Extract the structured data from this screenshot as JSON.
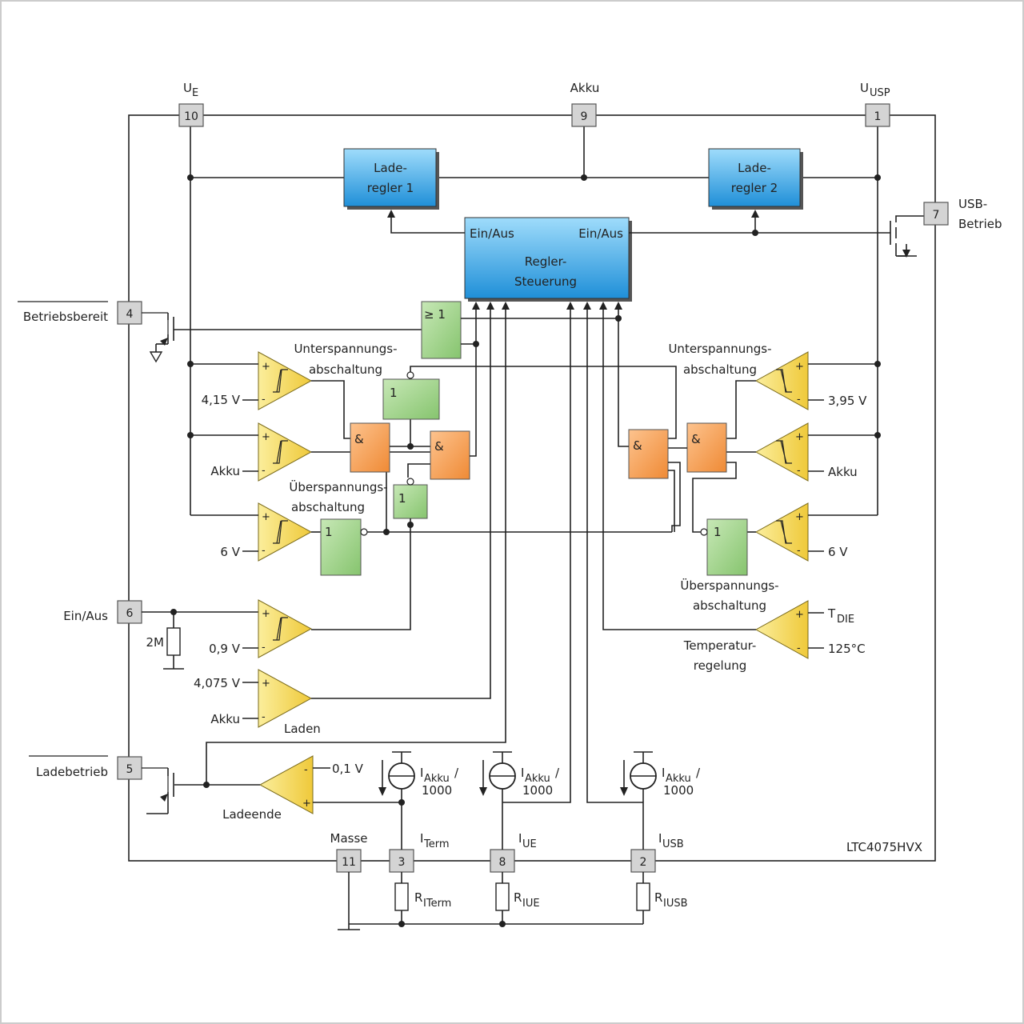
{
  "pins": {
    "p10": {
      "num": "10",
      "label": "U",
      "sub": "E"
    },
    "p9": {
      "num": "9",
      "label": "Akku"
    },
    "p1": {
      "num": "1",
      "label": "U",
      "sub": "USP"
    },
    "p7": {
      "num": "7",
      "label1": "USB-",
      "label2": "Betrieb"
    },
    "p4": {
      "num": "4",
      "label": "Betriebsbereit"
    },
    "p6": {
      "num": "6",
      "label": "Ein/Aus"
    },
    "p5": {
      "num": "5",
      "label": "Ladebetrieb"
    },
    "p11": {
      "num": "11",
      "label": "Masse"
    },
    "p3": {
      "num": "3",
      "label": "I",
      "sub": "Term"
    },
    "p8": {
      "num": "8",
      "label": "I",
      "sub": "UE"
    },
    "p2": {
      "num": "2",
      "label": "I",
      "sub": "USB"
    }
  },
  "blocks": {
    "lr1": {
      "line1": "Lade-",
      "line2": "regler 1"
    },
    "lr2": {
      "line1": "Lade-",
      "line2": "regler 2"
    },
    "ctrl": {
      "in_left": "Ein/Aus",
      "in_right": "Ein/Aus",
      "line1": "Regler-",
      "line2": "Steuerung"
    }
  },
  "gates": {
    "or_top": "≥ 1",
    "and_sym": "&",
    "one": "1"
  },
  "labels": {
    "uv_left_1": "Unterspannungs-",
    "uv_left_2": "abschaltung",
    "uv_right_1": "Unterspannungs-",
    "uv_right_2": "abschaltung",
    "ov_left_1": "Überspannungs-",
    "ov_left_2": "abschaltung",
    "ov_right_1": "Überspannungs-",
    "ov_right_2": "abschaltung",
    "v415": "4,15 V",
    "akku_l": "Akku",
    "v6_l": "6 V",
    "v395": "3,95 V",
    "akku_r": "Akku",
    "v6_r": "6 V",
    "tdie": "T",
    "tdie_sub": "DIE",
    "t125": "125°C",
    "temp1": "Temperatur-",
    "temp2": "regelung",
    "r2m": "2M",
    "v09": "0,9 V",
    "v4075": "4,075 V",
    "akku_laden": "Akku",
    "laden": "Laden",
    "v01": "0,1 V",
    "ladeende": "Ladeende",
    "isrc_label": "I",
    "isrc_sub": "Akku",
    "isrc_div": "/",
    "isrc_den": "1000",
    "r_label": "R",
    "r_term_sub": "ITerm",
    "r_ue_sub": "IUE",
    "r_usb_sub": "IUSB",
    "part": "LTC4075HVX"
  },
  "colors": {
    "blue": "#3aa6e6",
    "orange": "#f59a4a",
    "green": "#9fd08a",
    "yellow": "#f5dc5a"
  }
}
